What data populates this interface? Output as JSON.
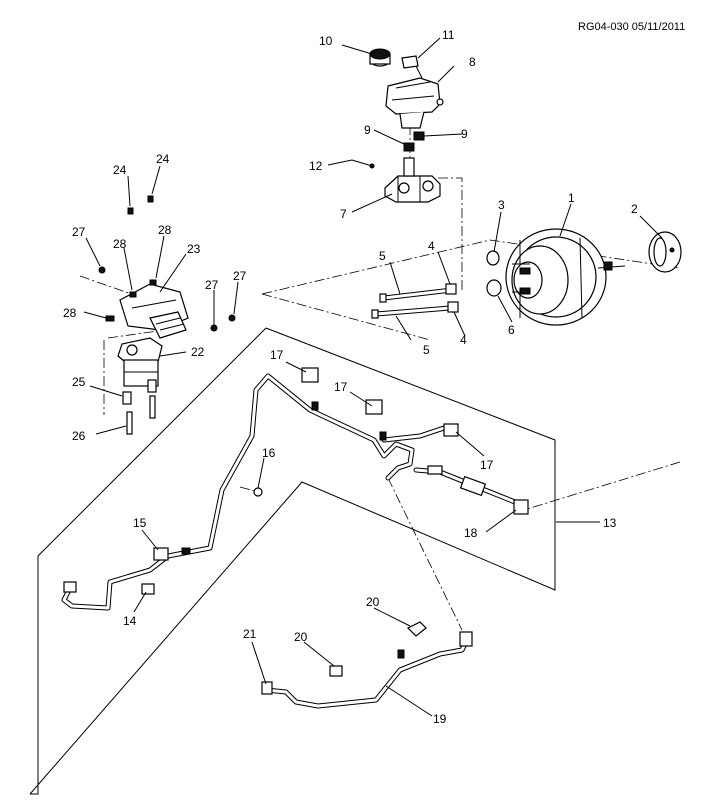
{
  "reference": "RG04-030 05/11/2011",
  "callouts": {
    "c1": "1",
    "c2": "2",
    "c3": "3",
    "c4a": "4",
    "c4b": "4",
    "c5a": "5",
    "c5b": "5",
    "c6": "6",
    "c7": "7",
    "c8": "8",
    "c9a": "9",
    "c9b": "9",
    "c10": "10",
    "c11": "11",
    "c12": "12",
    "c13": "13",
    "c14": "14",
    "c15": "15",
    "c16": "16",
    "c17a": "17",
    "c17b": "17",
    "c17c": "17",
    "c18": "18",
    "c19": "19",
    "c20a": "20",
    "c20b": "20",
    "c21": "21",
    "c22": "22",
    "c23": "23",
    "c24a": "24",
    "c24b": "24",
    "c25": "25",
    "c26": "26",
    "c27a": "27",
    "c27b": "27",
    "c28a": "28",
    "c28b": "28",
    "c28c": "28"
  }
}
